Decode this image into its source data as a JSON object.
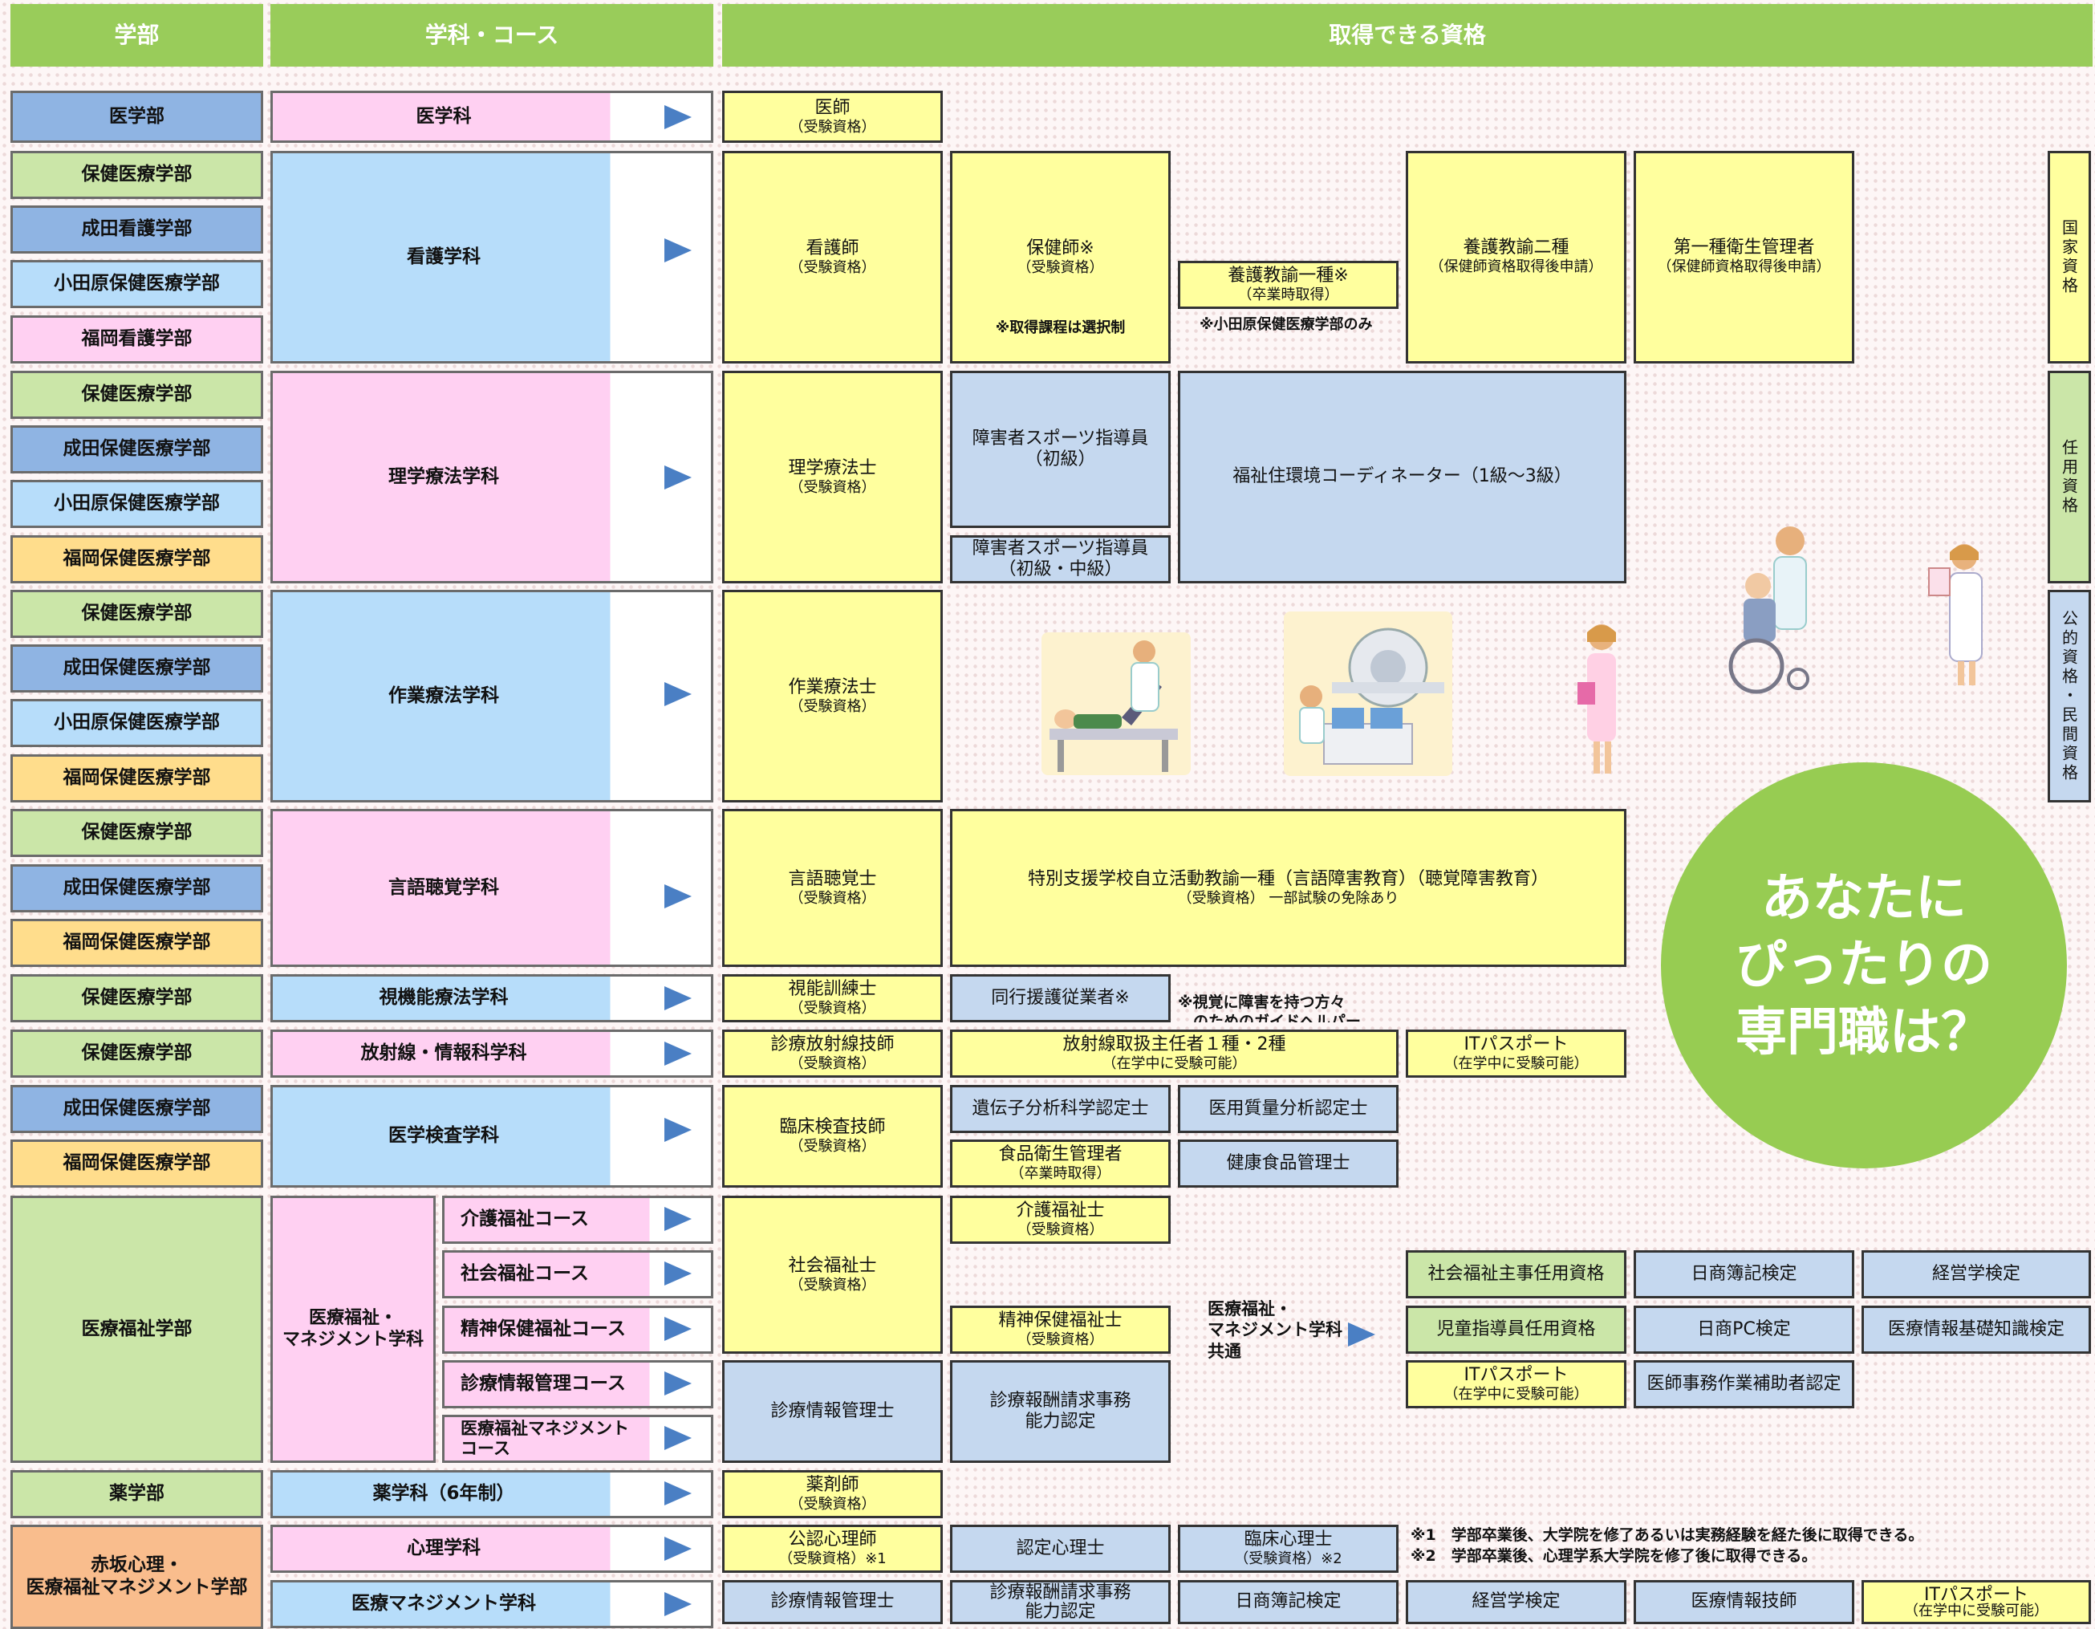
{
  "header": {
    "faculty": "学部",
    "department": "学科・コース",
    "qualifications": "取得できる資格"
  },
  "faculties": {
    "igaku": "医学部",
    "hoken": "保健医療学部",
    "narita_kango": "成田看護学部",
    "odawara": "小田原保健医療学部",
    "fukuoka_kango": "福岡看護学部",
    "narita_hoken": "成田保健医療学部",
    "fukuoka_hoken": "福岡保健医療学部",
    "iryo_fukushi": "医療福祉学部",
    "yakugaku": "薬学部",
    "akasaka": "赤坂心理・\n医療福祉マネジメント学部"
  },
  "departments": {
    "igakuka": "医学科",
    "kango": "看護学科",
    "rigaku": "理学療法学科",
    "sagyo": "作業療法学科",
    "gengo": "言語聴覚学科",
    "shiki": "視機能療法学科",
    "hoshasen": "放射線・情報科学科",
    "kensa": "医学検査学科",
    "iryo_mgmt": "医療福祉・\nマネジメント学科",
    "kaigo_course": "介護福祉コース",
    "shakai_course": "社会福祉コース",
    "seishin_course": "精神保健福祉コース",
    "shinryo_course": "診療情報管理コース",
    "mgmt_course": "医療福祉マネジメント\nコース",
    "yakugakuka": "薬学科（6年制）",
    "shinri": "心理学科",
    "iryo_management": "医療マネジメント学科"
  },
  "qualifications": {
    "ishi": "医師",
    "ishi_sub": "（受験資格）",
    "kangoshi": "看護師",
    "kangoshi_sub": "（受験資格）",
    "hokenshi": "保健師※",
    "hokenshi_sub": "（受験資格）",
    "hokenshi_note": "※取得課程は選択制",
    "yogo1": "養護教諭一種※",
    "yogo1_sub": "（卒業時取得）",
    "yogo1_note": "※小田原保健医療学部のみ",
    "yogo2": "養護教諭二種",
    "yogo2_sub": "（保健師資格取得後申請）",
    "eisei": "第一種衛生管理者",
    "eisei_sub": "（保健師資格取得後申請）",
    "rigaku_shi": "理学療法士",
    "rigaku_sub": "（受験資格）",
    "sports1": "障害者スポーツ指導員",
    "sports1_sub": "（初級）",
    "sports2": "障害者スポーツ指導員",
    "sports2_sub": "（初級・中級）",
    "fukushi_jukankyo": "福祉住環境コーディネーター（1級～3級）",
    "sagyo_shi": "作業療法士",
    "sagyo_sub": "（受験資格）",
    "gengo_shi": "言語聴覚士",
    "gengo_sub": "（受験資格）",
    "tokubetsu": "特別支援学校自立活動教諭一種（言語障害教育）（聴覚障害教育）",
    "tokubetsu_sub": "（受験資格） 一部試験の免除あり",
    "shino": "視能訓練士",
    "shino_sub": "（受験資格）",
    "doko": "同行援護従業者※",
    "doko_note": "※視覚に障害を持つ方々\n　のためのガイドヘルパー",
    "hoshasen_gishi": "診療放射線技師",
    "hoshasen_gishi_sub": "（受験資格）",
    "hoshasen_toriatsukai": "放射線取扱主任者１種・2種",
    "hoshasen_toriatsukai_sub": "（在学中に受験可能）",
    "it1": "ITパスポート",
    "it1_sub": "（在学中に受験可能）",
    "rinsho_kensa": "臨床検査技師",
    "rinsho_kensa_sub": "（受験資格）",
    "idenshi": "遺伝子分析科学認定士",
    "iyo_shitsuryo": "医用質量分析認定士",
    "shokuhin": "食品衛生管理者",
    "shokuhin_sub": "（卒業時取得）",
    "kenko_shokuhin": "健康食品管理士",
    "kaigo_fukushishi": "介護福祉士",
    "kaigo_fukushishi_sub": "（受験資格）",
    "shakai_fukushishi": "社会福祉士",
    "shakai_fukushishi_sub": "（受験資格）",
    "seishin_fukushishi": "精神保健福祉士",
    "seishin_fukushishi_sub": "（受験資格）",
    "shinryo_kanrishi": "診療情報管理士",
    "shinryo_hoshu": "診療報酬請求事務\n能力認定",
    "common_label": "医療福祉・\nマネジメント学科\n共通",
    "shakai_shuji": "社会福祉主事任用資格",
    "nissho_boki": "日商簿記検定",
    "keiei_kentei": "経営学検定",
    "jido_shidoin": "児童指導員任用資格",
    "nissho_pc": "日商PC検定",
    "iryo_joho_kiso": "医療情報基礎知識検定",
    "it2": "ITパスポート",
    "it2_sub": "（在学中に受験可能）",
    "ishi_jimu": "医師事務作業補助者認定",
    "yakuzaishi": "薬剤師",
    "yakuzaishi_sub": "（受験資格）",
    "konin_shinri": "公認心理師",
    "konin_shinri_sub": "（受験資格）※1",
    "nintei_shinri": "認定心理士",
    "rinsho_shinri": "臨床心理士",
    "rinsho_shinri_sub": "（受験資格）※2",
    "shinri_note1": "※1　学部卒業後、大学院を修了あるいは実務経験を経た後に取得できる。",
    "shinri_note2": "※2　学部卒業後、心理学系大学院を修了後に取得できる。",
    "m_shinryo_kanrishi": "診療情報管理士",
    "m_shinryo_hoshu": "診療報酬請求事務\n能力認定",
    "m_nissho_boki": "日商簿記検定",
    "m_keiei": "経営学検定",
    "m_iryo_joho_gishi": "医療情報技師",
    "it3": "ITパスポート",
    "it3_sub": "（在学中に受験可能）"
  },
  "legend": {
    "kokka": "国家資格",
    "nin_yo": "任用資格",
    "koteki": "公的資格・民間資格"
  },
  "circle": {
    "line1": "あなたに",
    "line2": "ぴったりの",
    "line3": "専門職は？"
  },
  "colors": {
    "header": "#99cc5a",
    "national": "#ffff9e",
    "appointment": "#cbe6a8",
    "public_private": "#c5d8ef",
    "arrow": "#4a7fc4"
  }
}
